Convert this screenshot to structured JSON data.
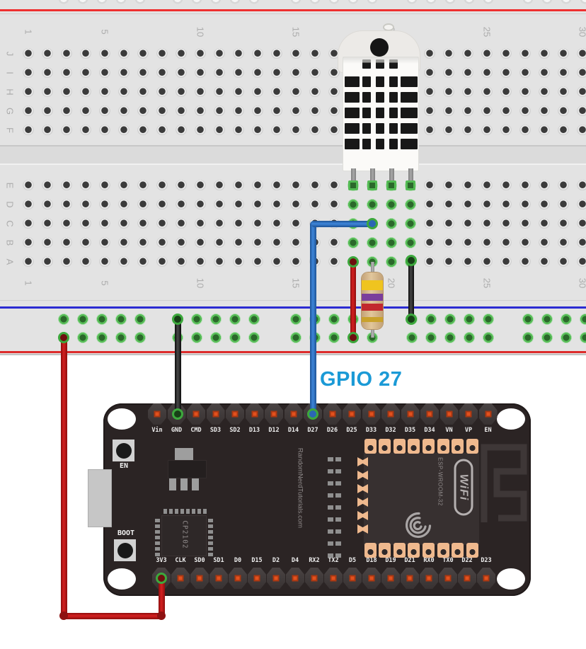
{
  "label": {
    "gpio": "GPIO 27",
    "color": "#1B9AD6"
  },
  "breadboard": {
    "column_numbers": [
      "1",
      "5",
      "10",
      "15",
      "20",
      "25",
      "30"
    ],
    "row_letters_top": [
      "J",
      "I",
      "H",
      "G",
      "F"
    ],
    "row_letters_bottom": [
      "E",
      "D",
      "C",
      "B",
      "A"
    ],
    "rail_line_colors": {
      "red": "#EE3030",
      "blue": "#2B2BD2"
    },
    "connection_highlight_color": "#57BD57"
  },
  "components": {
    "sensor": "DHT22",
    "resistor": {
      "bands": [
        "yellow",
        "violet",
        "red",
        "gold"
      ],
      "band_colors": [
        "#EFC41F",
        "#7A3E9C",
        "#C2282E",
        "#C9A22C"
      ]
    },
    "wires": [
      {
        "name": "3v3-wire",
        "color": "#C41A1A"
      },
      {
        "name": "gnd-wire",
        "color": "#262626"
      },
      {
        "name": "gpio27-wire",
        "color": "#3E86DA"
      },
      {
        "name": "vcc-jumper",
        "color": "#A81414"
      },
      {
        "name": "gnd-jumper",
        "color": "#1F1F1F"
      }
    ]
  },
  "esp32": {
    "top_pins": [
      "Vin",
      "GND",
      "CMD",
      "SD3",
      "SD2",
      "D13",
      "D12",
      "D14",
      "D27",
      "D26",
      "D25",
      "D33",
      "D32",
      "D35",
      "D34",
      "VN",
      "VP",
      "EN"
    ],
    "bottom_pins": [
      "3V3",
      "CLK",
      "SD0",
      "SD1",
      "D0",
      "D15",
      "D2",
      "D4",
      "RX2",
      "TX2",
      "D5",
      "D18",
      "D19",
      "D21",
      "RX0",
      "TX0",
      "D22",
      "D23"
    ],
    "en_button": "EN",
    "boot_button": "BOOT",
    "usb_chip": "CP2102",
    "module": "ESP-WROOM-32",
    "wifi_logo": "WiFi",
    "branding": "RandomNerdTutorials.com"
  }
}
